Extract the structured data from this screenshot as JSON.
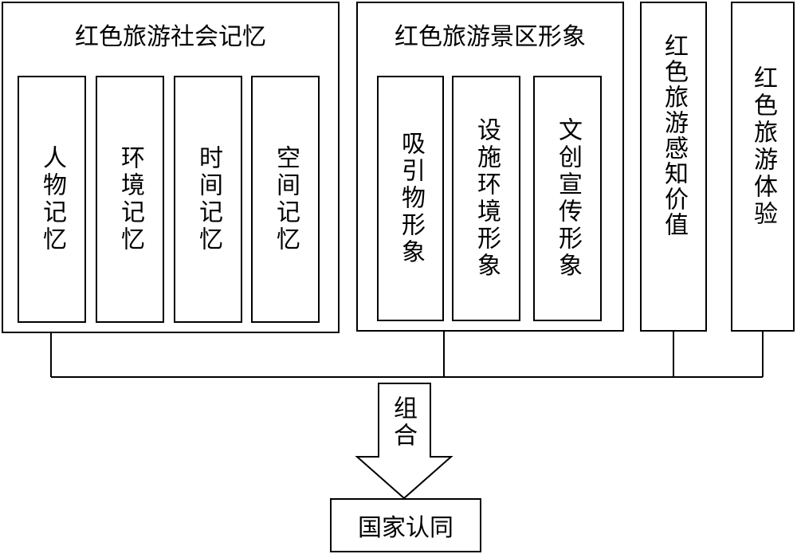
{
  "groups": {
    "social_memory": {
      "title": "红色旅游社会记忆",
      "items": [
        "人物记忆",
        "环境记忆",
        "时间记忆",
        "空间记忆"
      ]
    },
    "scenic_image": {
      "title": "红色旅游景区形象",
      "items": [
        "吸引物形象",
        "设施环境形象",
        "文创宣传形象"
      ]
    },
    "perceived_value": "红色旅游感知价值",
    "experience": "红色旅游体验"
  },
  "arrow_label": "组合",
  "result": "国家认同"
}
